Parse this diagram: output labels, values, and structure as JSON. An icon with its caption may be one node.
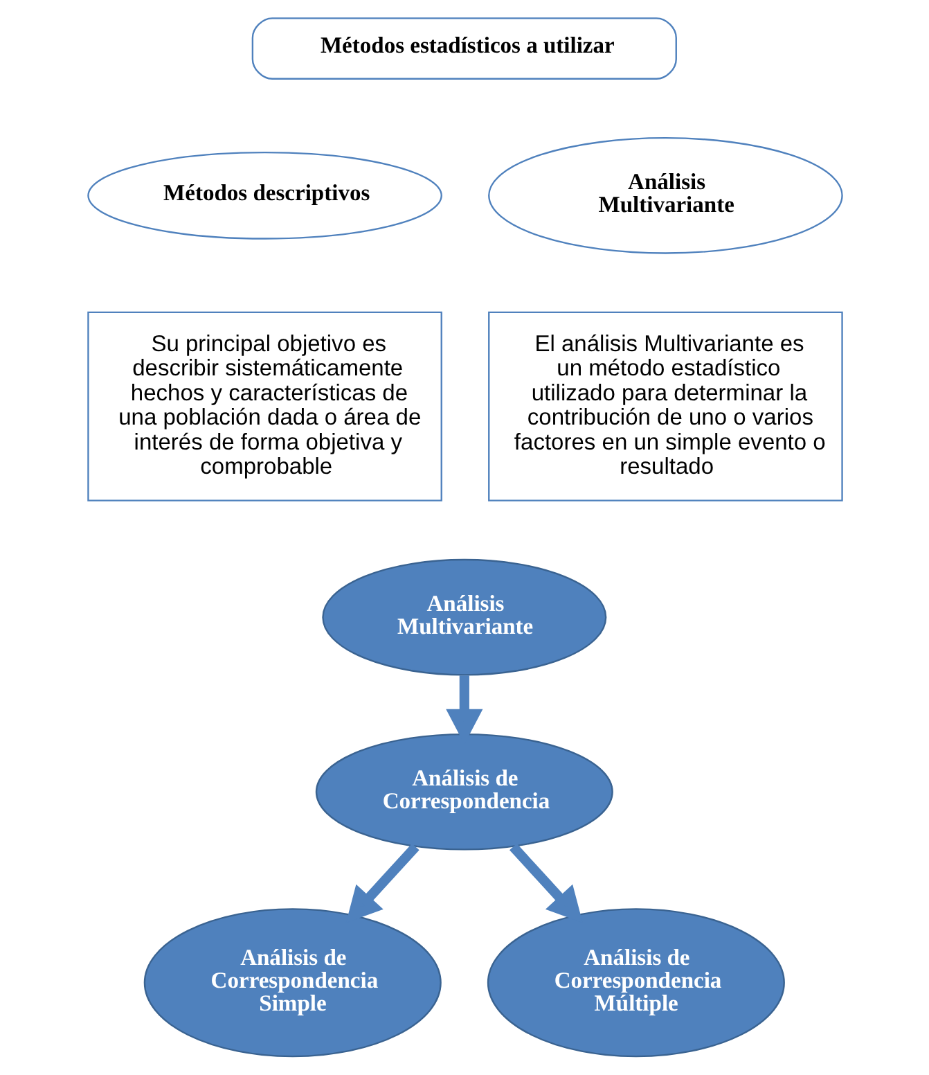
{
  "diagram": {
    "nodes": [
      {
        "text": [
          "Métodos estadísticos a utilizar"
        ]
      },
      {
        "text": [
          "Métodos descriptivos"
        ]
      },
      {
        "text": [
          "Análisis Multivariante"
        ]
      },
      {
        "text": [
          "Su principal objetivo es describir sistemáticamente hechos y características de una población dada o área de interés de forma objetiva y comprobable"
        ]
      },
      {
        "text": [
          "El análisis Multivariante es un método estadístico utilizado para determinar la contribución de uno o varios factores en un simple evento o resultado"
        ]
      },
      {
        "text": [
          "Análisis Multivariante"
        ]
      },
      {
        "text": [
          "Análisis de Correspondencia"
        ]
      },
      {
        "text": [
          "Análisis de Correspondencia Simple"
        ]
      },
      {
        "text": [
          "Análisis de Correspondencia Múltiple"
        ]
      }
    ],
    "edges": [
      {
        "from": 5,
        "to": 6,
        "arrow": "to"
      },
      {
        "from": 6,
        "to": 7,
        "arrow": "to"
      },
      {
        "from": 6,
        "to": 8,
        "arrow": "to"
      }
    ]
  }
}
